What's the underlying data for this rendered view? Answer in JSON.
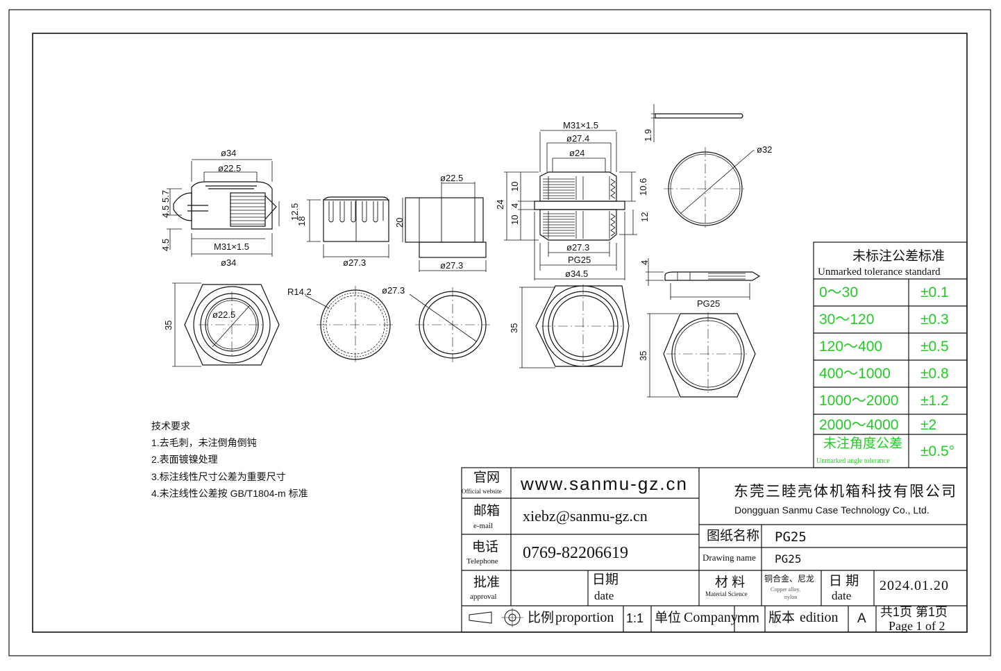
{
  "tech": {
    "title": "技术要求",
    "items": [
      "1.去毛刺，未注倒角倒钝",
      "2.表面镀镍处理",
      "3.标注线性尺寸公差为重要尺寸",
      "4.未注线性公差按 GB/T1804-m 标准"
    ]
  },
  "tolerance": {
    "title_cn": "未标注公差标准",
    "title_en": "Unmarked tolerance standard",
    "rows": [
      {
        "range": "0～30",
        "tol": "±0.1"
      },
      {
        "range": "30～120",
        "tol": "±0.3"
      },
      {
        "range": "120～400",
        "tol": "±0.5"
      },
      {
        "range": "400～1000",
        "tol": "±0.8"
      },
      {
        "range": "1000～2000",
        "tol": "±1.2"
      },
      {
        "range": "2000～4000",
        "tol": "±2"
      }
    ],
    "angle_cn": "未注角度公差",
    "angle_en": "Unmarked angle tolerance",
    "angle_tol": "±0.5°"
  },
  "title_block": {
    "website_cn": "官网",
    "website_en": "Official website",
    "website": "www.sanmu-gz.cn",
    "email_cn": "邮箱",
    "email_en": "e-mail",
    "email": "xiebz@sanmu-gz.cn",
    "phone_cn": "电话",
    "phone_en": "Telephone",
    "phone": "0769-82206619",
    "approval_cn": "批准",
    "approval_en": "approval",
    "date_cn": "日期",
    "date_en": "date",
    "company_cn": "东莞三睦壳体机箱科技有限公司",
    "company_en": "Dongguan Sanmu Case Technology Co., Ltd.",
    "drawing_name_cn": "图纸名称",
    "drawing_name_en": "Drawing name",
    "drawing_name_1": "PG25",
    "drawing_name_2": "PG25",
    "material_cn": "材 料",
    "material_en": "Material Science",
    "material_value_cn": "铜合金、尼龙",
    "material_value_en_1": "Copper alloy,",
    "material_value_en_2": "nylon",
    "date2_cn": "日 期",
    "date2_en": "date",
    "date_value": "2024.01.20",
    "scale_cn": "比例",
    "scale_en": "proportion",
    "scale_value": "1:1",
    "unit_cn": "单位",
    "unit_en": "Company",
    "unit_value": "mm",
    "edition_cn": "版本",
    "edition_en": "edition",
    "edition_value": "A",
    "pages_cn": "共1页 第1页",
    "pages_en": "Page 1 of 2"
  },
  "dims": {
    "d34a": "ø34",
    "d225a": "ø22.5",
    "d57": "5.7",
    "d45a": "4.5",
    "d45b": "4.5",
    "d125": "12.5",
    "m31a": "M31×1.5",
    "d34b": "ø34",
    "d18": "18",
    "d273a": "ø27.3",
    "d225b": "ø22.5",
    "d20": "20",
    "d273b": "ø27.3",
    "m31b": "M31×1.5",
    "d274": "ø27.4",
    "d24": "ø24",
    "v10a": "10",
    "v4": "4",
    "v10b": "10",
    "v24": "24",
    "v106": "10.6",
    "v12": "12",
    "d273c": "ø27.3",
    "pg25a": "PG25",
    "d345": "ø34.5",
    "v19": "1.9",
    "d32": "ø32",
    "v4b": "4",
    "pg25b": "PG25",
    "v35a": "35",
    "d225c": "ø22.5",
    "r142": "R14.2",
    "d273d": "ø27.3",
    "v35b": "35",
    "v35c": "35"
  }
}
